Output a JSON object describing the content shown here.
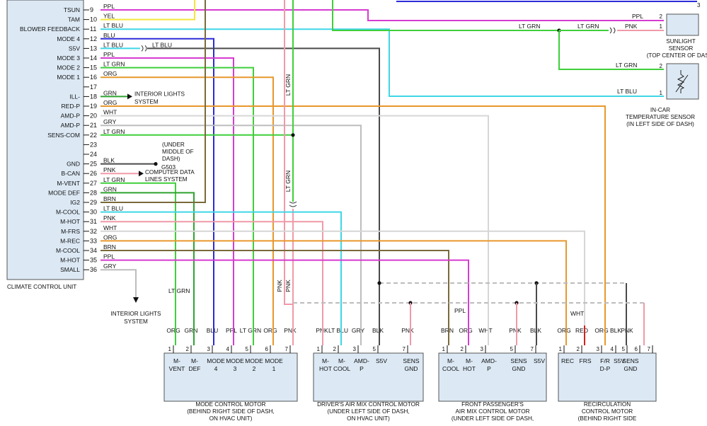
{
  "colors": {
    "PPL": "#d63bd1",
    "YEL": "#f3e63b",
    "LT BLU": "#3fd6e6",
    "BLU": "#2b2bd9",
    "BLK": "#4a4a4a",
    "LT GRN": "#3fcf3a",
    "ORG": "#e8982c",
    "GRN": "#2fa32f",
    "GRY": "#bdbdbd",
    "PNK": "#f09aa8",
    "WHT": "#d6d6d6",
    "BRN": "#7a6a3a",
    "RED": "#d42020",
    "outline": "#444444",
    "box_fill": "#dce9f5",
    "box_stroke": "#555555"
  },
  "ccu": {
    "caption": "CLIMATE CONTROL UNIT",
    "pins": [
      {
        "n": "9",
        "label": "TSUN",
        "wire": "PPL"
      },
      {
        "n": "10",
        "label": "TAM",
        "wire": "YEL"
      },
      {
        "n": "11",
        "label": "BLOWER FEEDBACK",
        "wire": "LT BLU"
      },
      {
        "n": "12",
        "label": "MODE 4",
        "wire": "BLU"
      },
      {
        "n": "13",
        "label": "S5V",
        "wire": "LT BLU"
      },
      {
        "n": "14",
        "label": "MODE 3",
        "wire": "PPL"
      },
      {
        "n": "15",
        "label": "MODE 2",
        "wire": "LT GRN"
      },
      {
        "n": "16",
        "label": "MODE 1",
        "wire": "ORG"
      },
      {
        "n": "17",
        "label": "",
        "wire": ""
      },
      {
        "n": "18",
        "label": "ILL-",
        "wire": "GRN"
      },
      {
        "n": "19",
        "label": "RED-P",
        "wire": "ORG"
      },
      {
        "n": "20",
        "label": "AMD-P",
        "wire": "WHT"
      },
      {
        "n": "21",
        "label": "AMD-P",
        "wire": "GRY"
      },
      {
        "n": "22",
        "label": "SENS-COM",
        "wire": "LT GRN"
      },
      {
        "n": "23",
        "label": "",
        "wire": ""
      },
      {
        "n": "24",
        "label": "",
        "wire": ""
      },
      {
        "n": "25",
        "label": "GND",
        "wire": "BLK"
      },
      {
        "n": "26",
        "label": "B-CAN",
        "wire": "PNK"
      },
      {
        "n": "27",
        "label": "M-VENT",
        "wire": "LT GRN"
      },
      {
        "n": "28",
        "label": "MODE DEF",
        "wire": "GRN"
      },
      {
        "n": "29",
        "label": "IG2",
        "wire": "BRN"
      },
      {
        "n": "30",
        "label": "M-COOL",
        "wire": "LT BLU"
      },
      {
        "n": "31",
        "label": "M-HOT",
        "wire": "PNK"
      },
      {
        "n": "32",
        "label": "M-FRS",
        "wire": "WHT"
      },
      {
        "n": "33",
        "label": "M-REC",
        "wire": "ORG"
      },
      {
        "n": "34",
        "label": "M-COOL",
        "wire": "BRN"
      },
      {
        "n": "35",
        "label": "M-HOT",
        "wire": "PPL"
      },
      {
        "n": "36",
        "label": "SMALL",
        "wire": "GRY"
      }
    ]
  },
  "annotations": {
    "interior_lights_system": [
      "INTERIOR LIGHTS",
      "SYSTEM"
    ],
    "interior_lights_bottom": [
      "INTERIOR LIGHTS",
      "SYSTEM"
    ],
    "ground_location": [
      "(UNDER",
      "MIDDLE OF",
      "DASH)"
    ],
    "ground_id": "G503",
    "computer_data_lines": [
      "COMPUTER DATA",
      "LINES SYSTEM"
    ],
    "lt_grn_vertical": "LT GRN",
    "lt_grn_vertical_2": "LT GRN",
    "pnk_vertical_1": "PNK",
    "pnk_vertical_2": "PNK",
    "lt_grn_splice": "LT GRN",
    "ppl_splice": "PPL",
    "wht_label": "WHT",
    "lt_grn_top_left": "LT GRN",
    "lt_grn_top_right": "LT GRN",
    "pnk_top": "PNK",
    "ppl_top": "PPL",
    "lt_grn_incar": "LT GRN",
    "lt_blu_incar": "LT BLU",
    "pin_1": "1",
    "pin_2": "2",
    "corner_pin": "3"
  },
  "sensors": {
    "sunlight": {
      "caption": [
        "SUNLIGHT",
        "SENSOR",
        "(TOP CENTER OF DASH)"
      ],
      "pins": [
        "2",
        "1"
      ]
    },
    "incar": {
      "caption": [
        "IN-CAR",
        "TEMPERATURE SENSOR",
        "(IN LEFT SIDE OF DASH)"
      ],
      "pins": [
        "2",
        "1"
      ]
    }
  },
  "motors": [
    {
      "id": "mode",
      "wire_labels": [
        "ORG",
        "GRN",
        "BLU",
        "PPL",
        "LT GRN",
        "ORG",
        "PNK"
      ],
      "pins": [
        "1",
        "2",
        "3",
        "4",
        "5",
        "6",
        "7"
      ],
      "terms": [
        [
          "M-",
          "VENT"
        ],
        [
          "M-",
          "DEF"
        ],
        [
          "MODE",
          "4"
        ],
        [
          "MODE",
          "3"
        ],
        [
          "MODE",
          "2"
        ],
        [
          "MODE",
          "1"
        ]
      ],
      "caption": [
        "MODE CONTROL MOTOR",
        "(BEHIND RIGHT SIDE OF DASH,",
        "ON HVAC UNIT)"
      ]
    },
    {
      "id": "driver",
      "wire_labels": [
        "PNK",
        "LT BLU",
        "GRY",
        "BLK",
        "PNK"
      ],
      "pins": [
        "1",
        "2",
        "3",
        "5",
        "7"
      ],
      "terms": [
        [
          "M-",
          "HOT"
        ],
        [
          "M-",
          "COOL"
        ],
        [
          "AMD-",
          "P"
        ],
        [
          "S5V",
          ""
        ],
        [
          "SENS",
          "GND"
        ]
      ],
      "caption": [
        "DRIVER'S AIR MIX CONTROL MOTOR",
        "(UNDER LEFT SIDE OF DASH,",
        "ON HVAC UNIT)"
      ]
    },
    {
      "id": "passenger",
      "wire_labels": [
        "BRN",
        "ORG",
        "WHT",
        "PNK",
        "BLK"
      ],
      "pins": [
        "1",
        "2",
        "3",
        "5",
        "7"
      ],
      "terms": [
        [
          "M-",
          "COOL"
        ],
        [
          "M-",
          "HOT"
        ],
        [
          "AMD-",
          "P"
        ],
        [
          "SENS",
          "GND"
        ],
        [
          "S5V",
          ""
        ]
      ],
      "caption": [
        "FRONT PASSENGER'S",
        "AIR MIX CONTROL MOTOR",
        "(UNDER LEFT SIDE OF DASH,"
      ]
    },
    {
      "id": "recirc",
      "wire_labels": [
        "ORG",
        "RED",
        "ORG",
        "BLK",
        "PNK"
      ],
      "pins": [
        "1",
        "2",
        "3",
        "4",
        "5",
        "6",
        "7"
      ],
      "terms": [
        [
          "REC",
          ""
        ],
        [
          "FRS",
          ""
        ],
        [
          "F/R",
          "D-P"
        ],
        [
          "S5V",
          ""
        ],
        [
          "SENS",
          "GND"
        ]
      ],
      "caption": [
        "RECIRCULATION",
        "CONTROL MOTOR",
        "(BEHIND RIGHT SIDE"
      ]
    }
  ]
}
